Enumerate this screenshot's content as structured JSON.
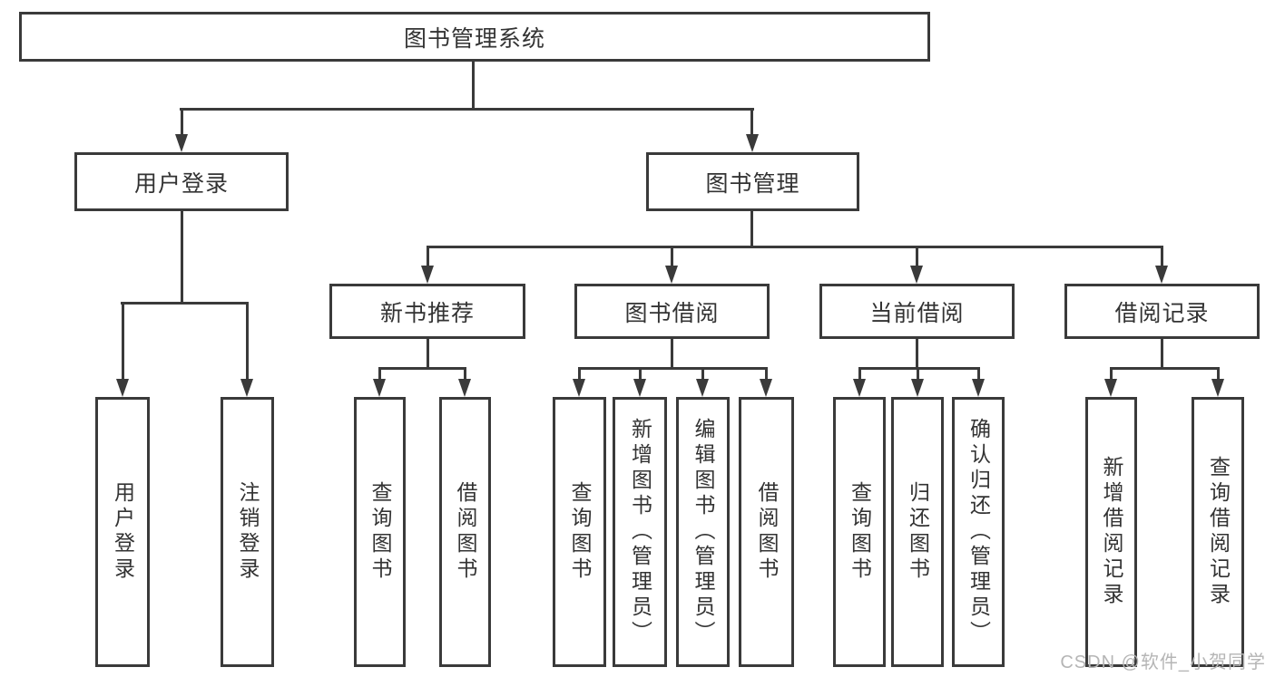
{
  "diagram": {
    "watermark": "CSDN @软件_小贺同学",
    "colors": {
      "line": "#3a3a3a",
      "text": "#333333",
      "background": "#ffffff",
      "watermark": "#b5b5b5"
    },
    "tree": {
      "label": "图书管理系统",
      "children": [
        {
          "label": "用户登录",
          "children": [
            {
              "label": "用户登录"
            },
            {
              "label": "注销登录"
            }
          ]
        },
        {
          "label": "图书管理",
          "children": [
            {
              "label": "新书推荐",
              "children": [
                {
                  "label": "查询图书"
                },
                {
                  "label": "借阅图书"
                }
              ]
            },
            {
              "label": "图书借阅",
              "children": [
                {
                  "label": "查询图书"
                },
                {
                  "label": "新增图书（管理员）"
                },
                {
                  "label": "编辑图书（管理员）"
                },
                {
                  "label": "借阅图书"
                }
              ]
            },
            {
              "label": "当前借阅",
              "children": [
                {
                  "label": "查询图书"
                },
                {
                  "label": "归还图书"
                },
                {
                  "label": "确认归还（管理员）"
                }
              ]
            },
            {
              "label": "借阅记录",
              "children": [
                {
                  "label": "新增借阅记录"
                },
                {
                  "label": "查询借阅记录"
                }
              ]
            }
          ]
        }
      ]
    }
  }
}
